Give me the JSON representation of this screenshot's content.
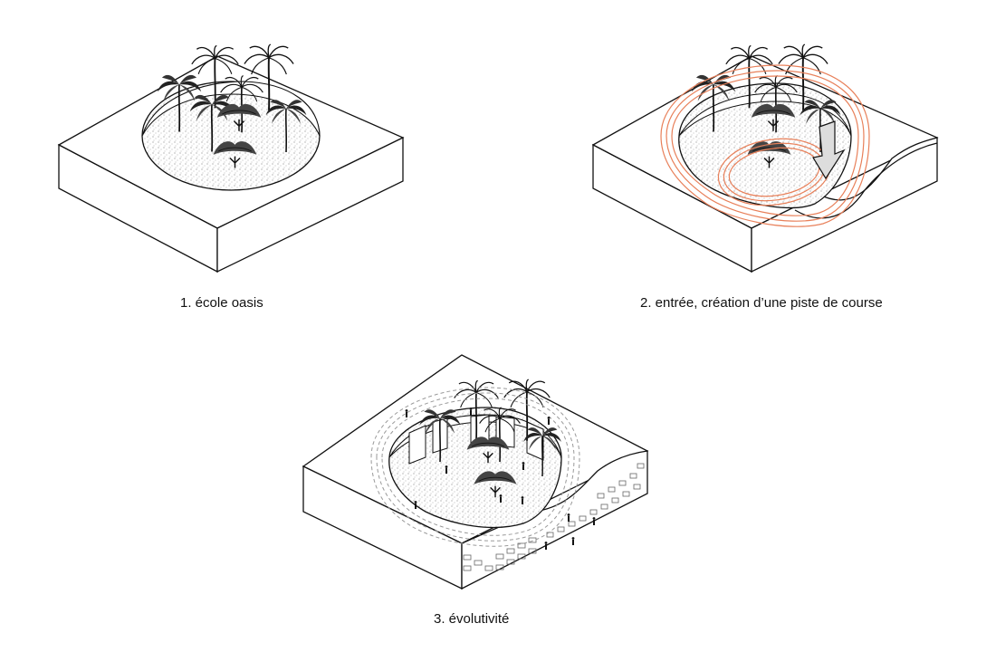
{
  "diagrams": [
    {
      "caption": "1. école oasis"
    },
    {
      "caption": "2. entrée, création d’une piste de course"
    },
    {
      "caption": "3. évolutivité"
    }
  ],
  "colors": {
    "line": "#111111",
    "track": "#e8805a",
    "ground": "#d9d9d9",
    "arrow_fill": "#dddddd",
    "track_dashed": "#9a9a9a"
  },
  "icons": [
    "palm-tree-icon",
    "person-icon",
    "arrow-down-icon"
  ]
}
